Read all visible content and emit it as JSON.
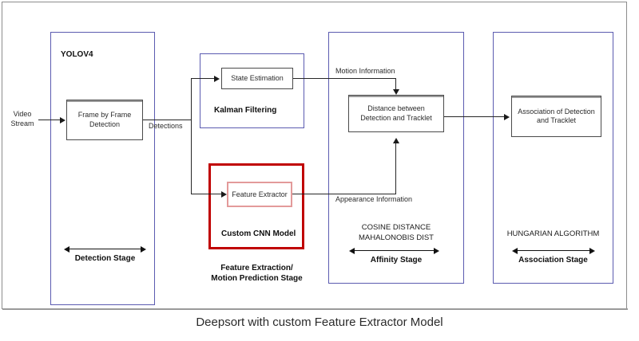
{
  "figure": {
    "caption": "Deepsort with custom Feature Extractor Model",
    "colors": {
      "stage_outline": "#5b5bb0",
      "process_outline": "#4a4a4a",
      "highlight_red": "#c00000",
      "frame": "#8c8c8c"
    }
  },
  "inputs": {
    "video_stream_label": "Video\nStream"
  },
  "stages": {
    "detection": {
      "container_title": "YOLOV4",
      "process_box": "Frame by Frame\nDetection",
      "stage_label": "Detection Stage"
    },
    "feature_motion": {
      "kalman_container_title": "Kalman Filtering",
      "kalman_process_box": "State Estimation",
      "cnn_container_title": "Custom CNN Model",
      "cnn_process_box": "Feature Extractor",
      "stage_label": "Feature Extraction/\nMotion Prediction Stage",
      "stage_label_line1": "Feature Extraction/",
      "stage_label_line2": "Motion Prediction Stage"
    },
    "affinity": {
      "process_box": "Distance between\nDetection and Tracklet",
      "methods_line1": "COSINE DISTANCE",
      "methods_line2": "MAHALONOBIS DIST",
      "stage_label": "Affinity Stage"
    },
    "association": {
      "process_box": "Association of Detection\nand Tracklet",
      "methods_line1": "HUNGARIAN ALGORITHM",
      "stage_label": "Association Stage"
    }
  },
  "edge_labels": {
    "detections": "Detections",
    "motion_information": "Motion Information",
    "appearance_information": "Appearance Information"
  }
}
